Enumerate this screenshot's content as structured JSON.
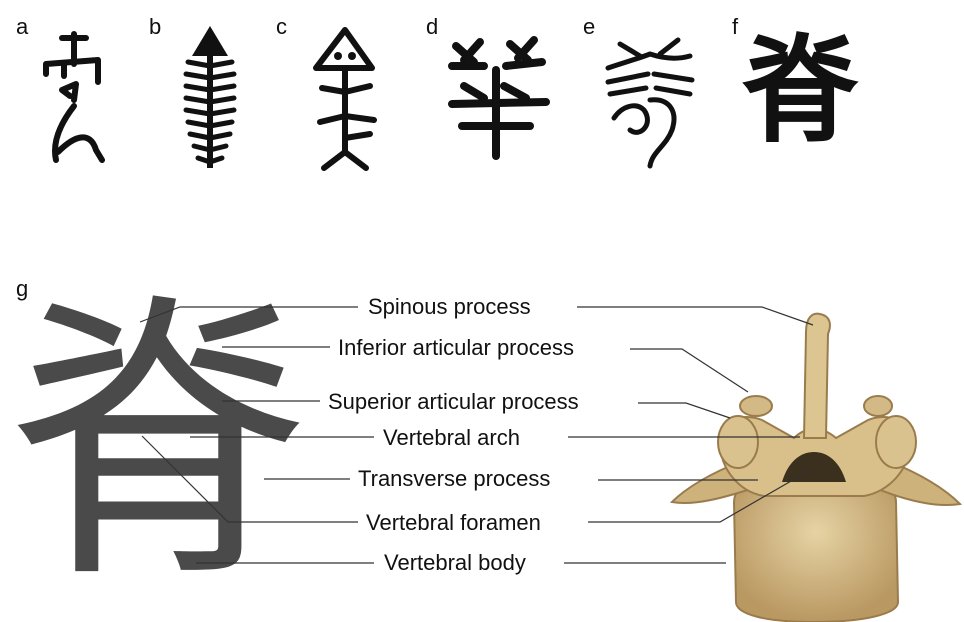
{
  "panels": [
    "a",
    "b",
    "c",
    "d",
    "e",
    "f",
    "g"
  ],
  "main_character": "脊",
  "small_seal_character": "脊",
  "labels": {
    "spinous": "Spinous process",
    "inferior": "Inferior articular process",
    "superior": "Superior articular process",
    "arch": "Vertebral arch",
    "transverse": "Transverse process",
    "foramen": "Vertebral foramen",
    "body": "Vertebral body"
  },
  "colors": {
    "ink": "#111111",
    "character_gray": "#4a4a4a",
    "bone_light": "#e2cc9a",
    "bone_dark": "#b99862"
  }
}
